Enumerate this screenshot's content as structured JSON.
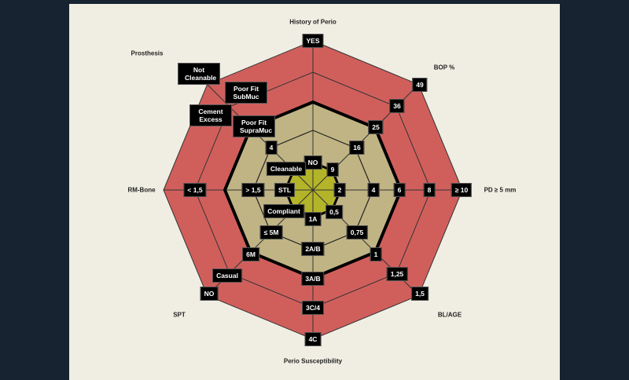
{
  "colors": {
    "background": "#172330",
    "panel": "#f0eee3",
    "high_risk": "#d05f5c",
    "medium_risk": "#c0b484",
    "low_risk": "#b4b42a",
    "line": "#000000"
  },
  "axes": {
    "history": {
      "title": "History of Perio",
      "labels": [
        "NO",
        "YES"
      ]
    },
    "bop": {
      "title": "BOP %",
      "labels": [
        "9",
        "16",
        "25",
        "36",
        "49"
      ]
    },
    "pd": {
      "title": "PD ≥ 5 mm",
      "labels": [
        "2",
        "4",
        "6",
        "8",
        "≥ 10"
      ]
    },
    "blage": {
      "title": "BL/AGE",
      "labels": [
        "0,5",
        "0,75",
        "1",
        "1,25",
        "1,5"
      ]
    },
    "susc": {
      "title": "Perio Susceptibility",
      "labels": [
        "1A",
        "2A/B",
        "3A/B",
        "3C/4",
        "4C"
      ]
    },
    "spt": {
      "title": "SPT",
      "labels": [
        "Compliant",
        "≤ 5M",
        "6M",
        "Casual",
        "NO"
      ]
    },
    "rmbone": {
      "title": "RM-Bone",
      "labels": [
        "STL",
        "> 1,5",
        "< 1,5"
      ]
    },
    "prosthesis": {
      "title": "Prosthesis",
      "labels": [
        "Cleanable",
        "4",
        "Poor Fit SupraMuc",
        "Poor Fit SubMuc",
        "Cement Excess",
        "Not Cleanable"
      ]
    }
  }
}
